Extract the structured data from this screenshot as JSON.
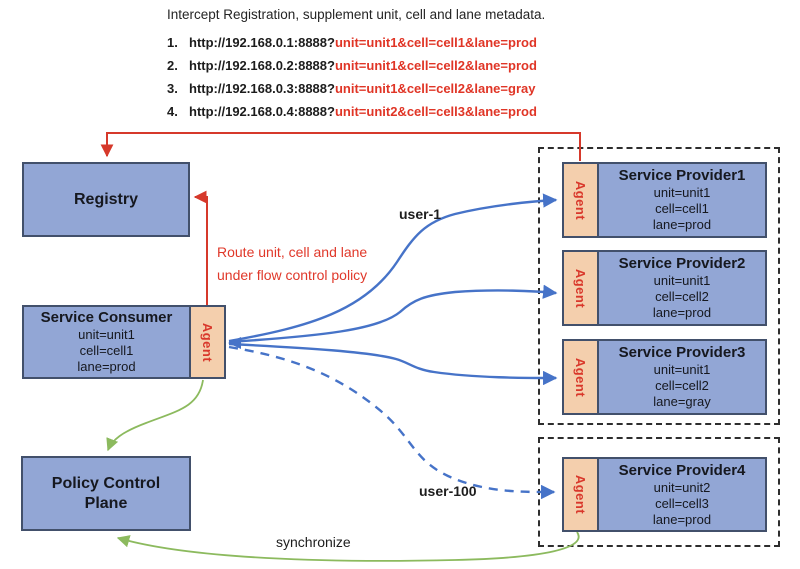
{
  "header": {
    "title": "Intercept Registration, supplement unit, cell and lane metadata.",
    "items": [
      {
        "num": "1.",
        "base": "http://192.168.0.1:8888?",
        "query": "unit=unit1&cell=cell1&lane=prod"
      },
      {
        "num": "2.",
        "base": "http://192.168.0.2:8888?",
        "query": "unit=unit1&cell=cell2&lane=prod"
      },
      {
        "num": "3.",
        "base": "http://192.168.0.3:8888?",
        "query": "unit=unit1&cell=cell2&lane=gray"
      },
      {
        "num": "4.",
        "base": "http://192.168.0.4:8888?",
        "query": "unit=unit2&cell=cell3&lane=prod"
      }
    ]
  },
  "nodes": {
    "registry": {
      "label": "Registry"
    },
    "consumer": {
      "title": "Service Consumer",
      "unit": "unit=unit1",
      "cell": "cell=cell1",
      "lane": "lane=prod",
      "agent": "Agent"
    },
    "policy": {
      "label": "Policy Control Plane"
    },
    "providers": [
      {
        "title": "Service Provider1",
        "unit": "unit=unit1",
        "cell": "cell=cell1",
        "lane": "lane=prod",
        "agent": "Agent"
      },
      {
        "title": "Service Provider2",
        "unit": "unit=unit1",
        "cell": "cell=cell2",
        "lane": "lane=prod",
        "agent": "Agent"
      },
      {
        "title": "Service Provider3",
        "unit": "unit=unit1",
        "cell": "cell=cell2",
        "lane": "lane=gray",
        "agent": "Agent"
      },
      {
        "title": "Service Provider4",
        "unit": "unit=unit2",
        "cell": "cell=cell3",
        "lane": "lane=prod",
        "agent": "Agent"
      }
    ]
  },
  "annotations": {
    "route_note_line1": "Route unit, cell and lane",
    "route_note_line2": "under flow control policy",
    "user1": "user-1",
    "user100": "user-100",
    "synchronize": "synchronize"
  },
  "colors": {
    "box_fill": "#92a6d5",
    "box_border": "#42506b",
    "agent_fill": "#f4cfad",
    "red_accent": "#d9382b",
    "blue_arrow": "#4673c8",
    "green_arrow": "#8cba5e"
  }
}
